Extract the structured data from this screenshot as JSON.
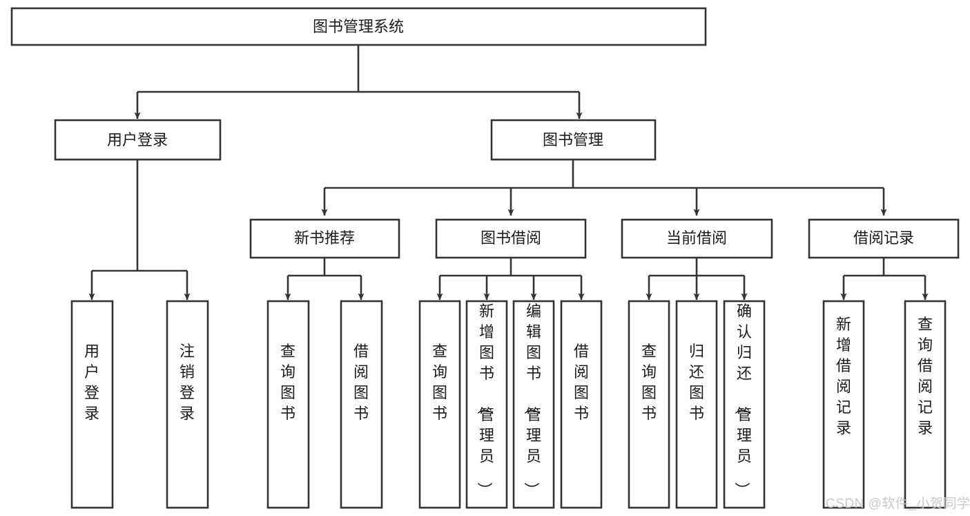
{
  "diagram": {
    "title": "图书管理系统",
    "type": "tree",
    "orientation": "top-down",
    "colors": {
      "box_fill": "#ffffff",
      "box_stroke": "#333333",
      "text": "#1b1b1b",
      "watermark": "#c9c9c9",
      "background": "#ffffff"
    },
    "root": {
      "id": "root",
      "label": "图书管理系统",
      "orientation": "horizontal"
    },
    "level2": [
      {
        "id": "user-login",
        "label": "用户登录",
        "orientation": "horizontal"
      },
      {
        "id": "book-manage",
        "label": "图书管理",
        "orientation": "horizontal"
      }
    ],
    "level3": [
      {
        "id": "new-book-recommend",
        "label": "新书推荐",
        "orientation": "horizontal",
        "parent": "book-manage"
      },
      {
        "id": "book-borrow",
        "label": "图书借阅",
        "orientation": "horizontal",
        "parent": "book-manage"
      },
      {
        "id": "current-borrow",
        "label": "当前借阅",
        "orientation": "horizontal",
        "parent": "book-manage"
      },
      {
        "id": "borrow-record",
        "label": "借阅记录",
        "orientation": "horizontal",
        "parent": "book-manage"
      }
    ],
    "leaves": [
      {
        "id": "leaf-user-login",
        "label": "用户登录",
        "orientation": "vertical",
        "parent": "user-login"
      },
      {
        "id": "leaf-user-logout",
        "label": "注销登录",
        "orientation": "vertical",
        "parent": "user-login"
      },
      {
        "id": "leaf-query-book-1",
        "label": "查询图书",
        "orientation": "vertical",
        "parent": "new-book-recommend"
      },
      {
        "id": "leaf-borrow-book-1",
        "label": "借阅图书",
        "orientation": "vertical",
        "parent": "new-book-recommend"
      },
      {
        "id": "leaf-query-book-2",
        "label": "查询图书",
        "orientation": "vertical",
        "parent": "book-borrow"
      },
      {
        "id": "leaf-add-book",
        "label": "新增图书（管理员）",
        "orientation": "vertical",
        "parent": "book-borrow"
      },
      {
        "id": "leaf-edit-book",
        "label": "编辑图书（管理员）",
        "orientation": "vertical",
        "parent": "book-borrow"
      },
      {
        "id": "leaf-borrow-book-2",
        "label": "借阅图书",
        "orientation": "vertical",
        "parent": "book-borrow"
      },
      {
        "id": "leaf-query-book-3",
        "label": "查询图书",
        "orientation": "vertical",
        "parent": "current-borrow"
      },
      {
        "id": "leaf-return-book",
        "label": "归还图书",
        "orientation": "vertical",
        "parent": "current-borrow"
      },
      {
        "id": "leaf-confirm-return",
        "label": "确认归还（管理员）",
        "orientation": "vertical",
        "parent": "current-borrow"
      },
      {
        "id": "leaf-add-record",
        "label": "新增借阅记录",
        "orientation": "vertical",
        "parent": "borrow-record"
      },
      {
        "id": "leaf-query-record",
        "label": "查询借阅记录",
        "orientation": "vertical",
        "parent": "borrow-record"
      }
    ]
  },
  "watermark": {
    "text": "CSDN @软件_小贺同学"
  }
}
